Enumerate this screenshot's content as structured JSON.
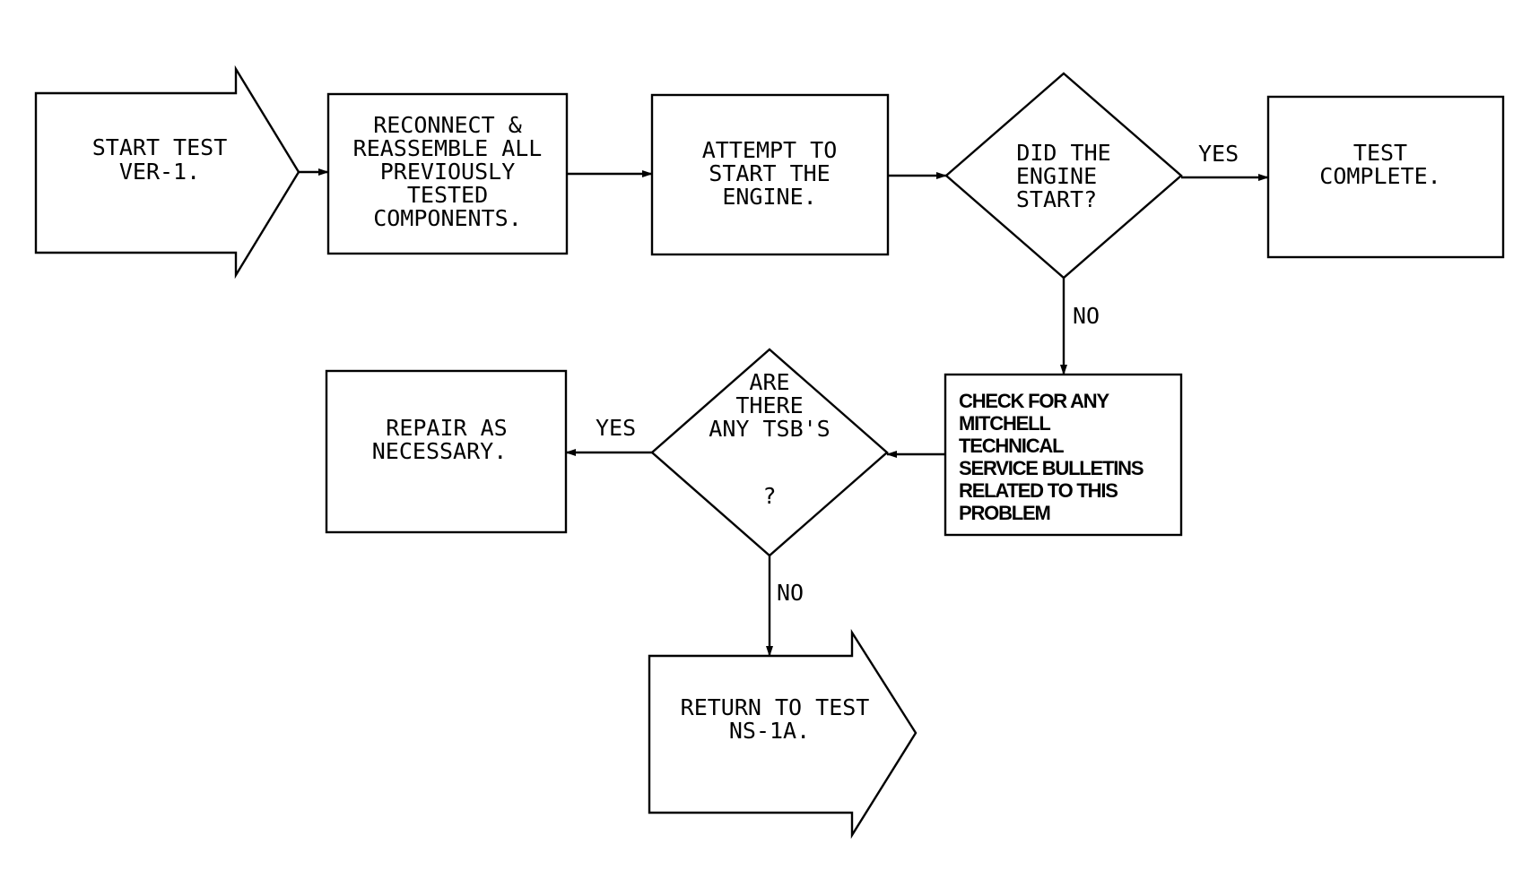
{
  "nodes": {
    "start": {
      "lines": [
        "START TEST",
        "VER-1."
      ]
    },
    "reconnect": {
      "lines": [
        "RECONNECT &",
        "REASSEMBLE ALL",
        "PREVIOUSLY",
        "TESTED",
        "COMPONENTS."
      ]
    },
    "attempt": {
      "lines": [
        "ATTEMPT TO",
        "START THE",
        "ENGINE."
      ]
    },
    "engine_start": {
      "lines": [
        "DID THE",
        "ENGINE",
        "START?"
      ]
    },
    "complete": {
      "lines": [
        "TEST",
        "COMPLETE."
      ]
    },
    "check_tsb": {
      "lines": [
        "CHECK FOR ANY",
        "MITCHELL",
        "TECHNICAL",
        "SERVICE BULLETINS",
        "RELATED TO THIS",
        "PROBLEM"
      ]
    },
    "any_tsb": {
      "lines": [
        "ARE",
        "THERE",
        "ANY TSB'S",
        "?"
      ]
    },
    "repair": {
      "lines": [
        "REPAIR AS",
        "NECESSARY."
      ]
    },
    "return": {
      "lines": [
        "RETURN TO TEST",
        "NS-1A."
      ]
    }
  },
  "edges": {
    "engine_yes": "YES",
    "engine_no": "NO",
    "tsb_yes": "YES",
    "tsb_no": "NO"
  }
}
